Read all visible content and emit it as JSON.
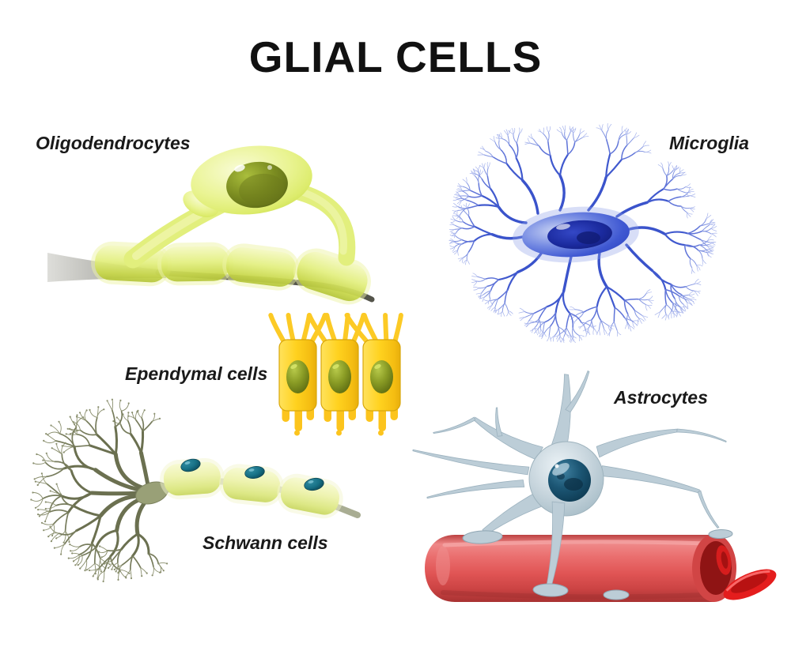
{
  "title": "GLIAL CELLS",
  "cells": [
    {
      "name": "oligodendrocytes",
      "label": "Oligodendrocytes"
    },
    {
      "name": "microglia",
      "label": "Microglia"
    },
    {
      "name": "ependymal-cells",
      "label": "Ependymal cells"
    },
    {
      "name": "astrocytes",
      "label": "Astrocytes"
    },
    {
      "name": "schwann-cells",
      "label": "Schwann cells"
    }
  ],
  "colors": {
    "background": "#ffffff",
    "text": "#1a1a1a",
    "oligodendrocyte_body": "#e2ef7d",
    "oligodendrocyte_nucleus": "#77871f",
    "myelin_sheath": "#d9e765",
    "axon": "#54544a",
    "microglia_body": "#4a63d8",
    "microglia_nucleus": "#1b2a9e",
    "microglia_branches": "#3a53cb",
    "ependymal_cell": "#ffd21f",
    "ependymal_nucleus": "#8a9c25",
    "astrocyte_body": "#bccdd7",
    "astrocyte_nucleus": "#1c5674",
    "blood_vessel": "#e05454",
    "red_blood_cell": "#e41d1d",
    "schwann_dendrites": "#6b7050",
    "schwann_myelin": "#ecf2ab",
    "schwann_nucleus": "#177186"
  }
}
